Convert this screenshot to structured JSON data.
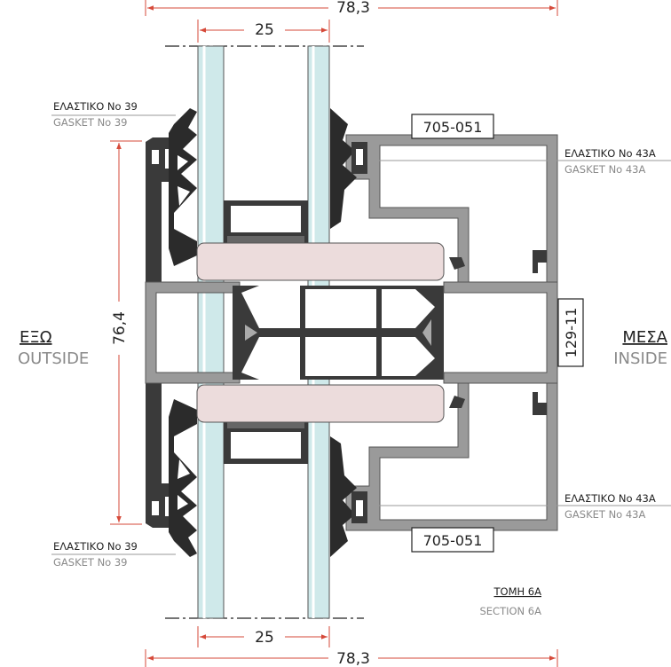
{
  "dimensions": {
    "overall_width": "78,3",
    "glass_width": "25",
    "height": "76,4"
  },
  "gaskets": {
    "left_top": {
      "greek": "ΕΛΑΣΤΙΚΟ Νο 39",
      "english": "GASKET Νο 39"
    },
    "left_bottom": {
      "greek": "ΕΛΑΣΤΙΚΟ Νο 39",
      "english": "GASKET Νο 39"
    },
    "right_top": {
      "greek": "ΕΛΑΣΤΙΚΟ Νο 43Α",
      "english": "GASKET Νο 43Α"
    },
    "right_bottom": {
      "greek": "ΕΛΑΣΤΙΚΟ Νο 43Α",
      "english": "GASKET Νο 43Α"
    }
  },
  "profiles": {
    "top_code": "705-051",
    "bottom_code": "705-051",
    "mullion_code": "129-11"
  },
  "sides": {
    "outside_greek": "ΕΞΩ",
    "outside_english": "OUTSIDE",
    "inside_greek": "ΜΕΣΑ",
    "inside_english": "INSIDE"
  },
  "section": {
    "greek": "ΤΟΜΗ 6Α",
    "english": "SECTION 6A"
  },
  "colors": {
    "aluminium": "#3a3a3a",
    "aluminium_light": "#9a9a9a",
    "glass": "#cfe9ea",
    "insulation": "#ecdcdc",
    "dimension_red": "#d64a3a"
  }
}
